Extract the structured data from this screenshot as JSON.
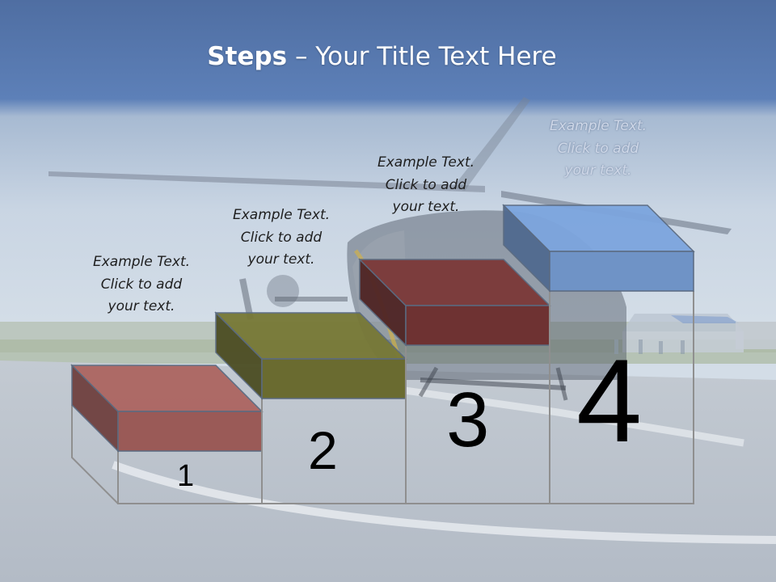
{
  "title": {
    "bold": "Steps",
    "rest": " – Your Title Text Here"
  },
  "steps": [
    {
      "number": "1",
      "caption": [
        "Example Text.",
        "Click  to add",
        "your text."
      ],
      "color": "#9a5a57"
    },
    {
      "number": "2",
      "caption": [
        "Example Text.",
        "Click  to add",
        "your text."
      ],
      "color": "#6a6b30"
    },
    {
      "number": "3",
      "caption": [
        "Example Text.",
        "Click  to add",
        "your text."
      ],
      "color": "#6e3232"
    },
    {
      "number": "4",
      "caption": [
        "Example Text.",
        "Click  to add",
        "your text."
      ],
      "color": "#6f93c6"
    }
  ],
  "colors": {
    "header_blue": "#5577ad",
    "sky": "#cad6e4",
    "tarmac": "#b8c0cb",
    "grass": "#9fb294"
  }
}
